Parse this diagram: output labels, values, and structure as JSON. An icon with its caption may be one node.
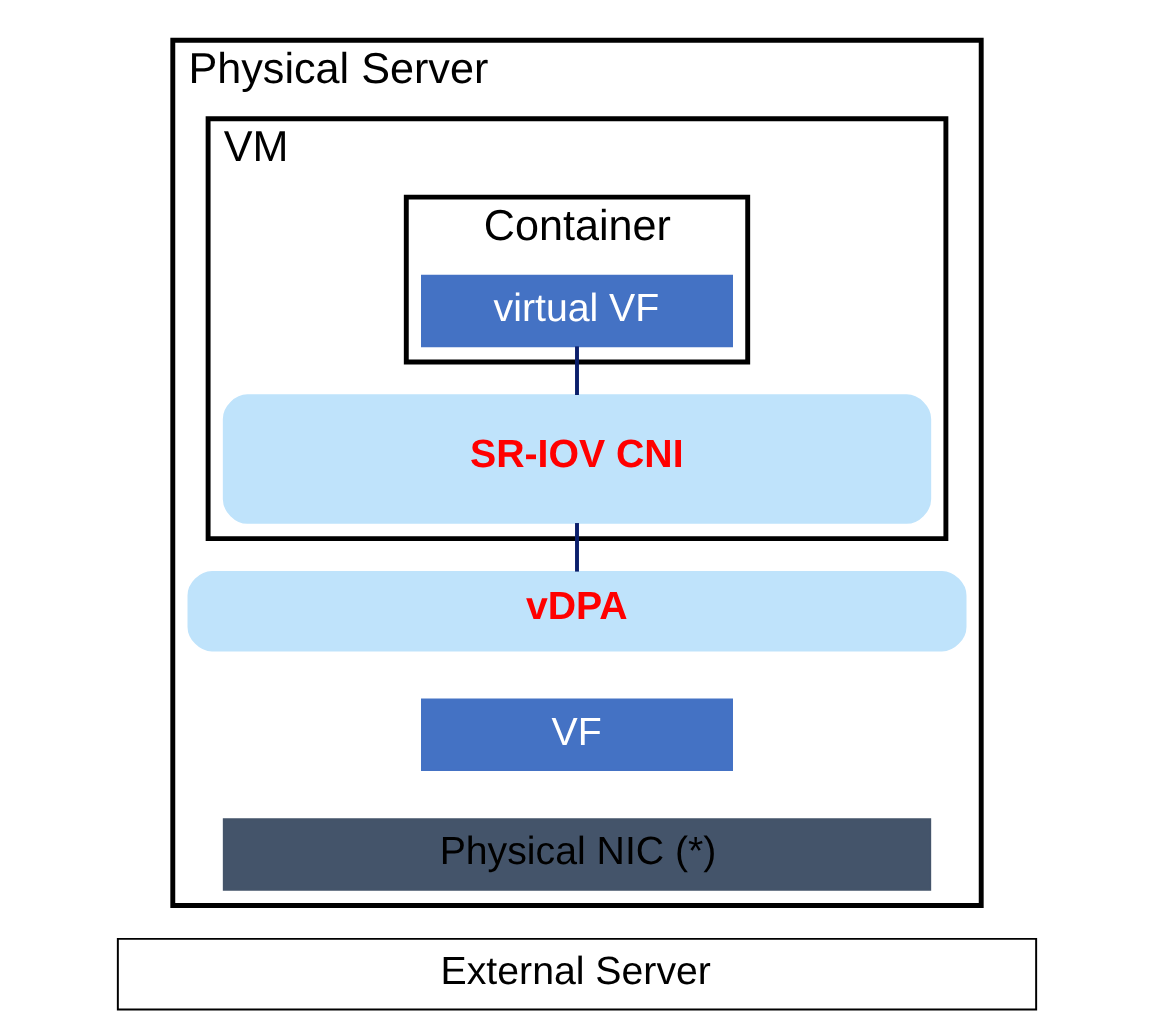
{
  "diagram": {
    "nodes": [
      {
        "text": [
          "Physical Server"
        ]
      },
      {
        "text": [
          "VM"
        ],
        "in": 0
      },
      {
        "text": [
          "Container"
        ],
        "in": 1
      },
      {
        "text": [
          "virtual VF"
        ],
        "in": 2
      },
      {
        "text": [
          "SR-IOV CNI"
        ],
        "in": 1
      },
      {
        "text": [
          "vDPA"
        ],
        "in": 0
      },
      {
        "text": [
          "VF"
        ],
        "in": 0
      },
      {
        "text": [
          "Physical NIC (*)"
        ],
        "in": 0
      },
      {
        "text": [
          "External Server"
        ]
      }
    ],
    "edges": [
      {
        "from": 3,
        "to": 4,
        "arrow": "none"
      },
      {
        "from": 4,
        "to": 5,
        "arrow": "none"
      }
    ]
  }
}
